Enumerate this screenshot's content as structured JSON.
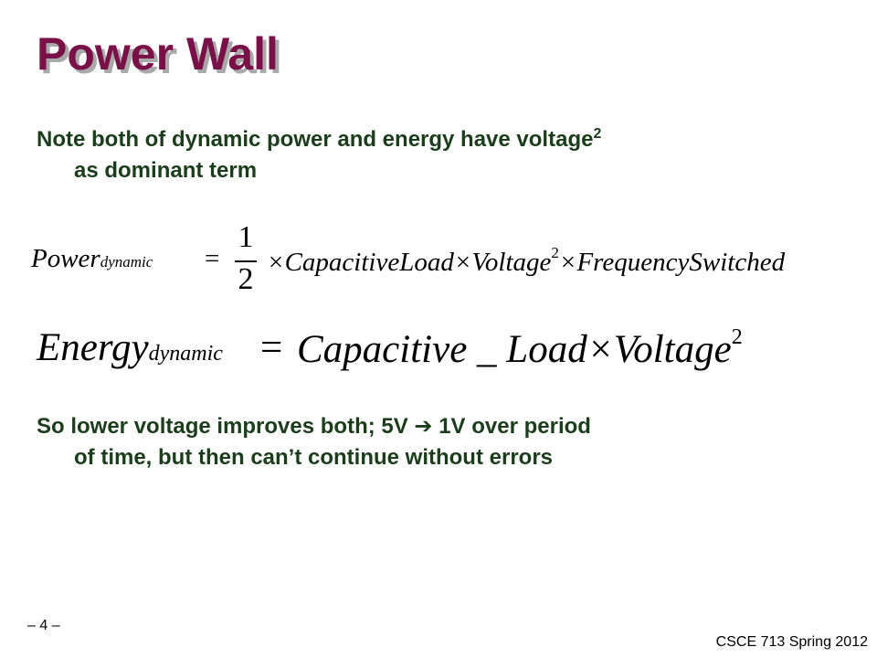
{
  "slide": {
    "title": "Power Wall",
    "bullet1": {
      "line1": "Note both of dynamic power and energy have voltage",
      "superscript": "2",
      "line2": "as dominant term"
    },
    "formula1": {
      "lhs": "Power",
      "lhs_subscript": "dynamic",
      "equals": "=",
      "fraction_numerator": "1",
      "fraction_denominator": "2",
      "rhs": "×CapacitiveLoad×Voltage",
      "exponent": "2",
      "rhs_tail": "×FrequencySwitched"
    },
    "formula2": {
      "lhs": "Energy",
      "lhs_subscript": "dynamic",
      "equals": "=",
      "rhs": "Capacitive _ Load×Voltage",
      "exponent": "2"
    },
    "bullet2": {
      "line1_a": "So lower voltage improves both; 5V",
      "arrow": "➔",
      "line1_b": "1V over period",
      "line2": "of time, but then can’t continue without errors"
    },
    "footer": {
      "page_number": "– 4 –",
      "course": "CSCE 713 Spring 2012"
    }
  }
}
